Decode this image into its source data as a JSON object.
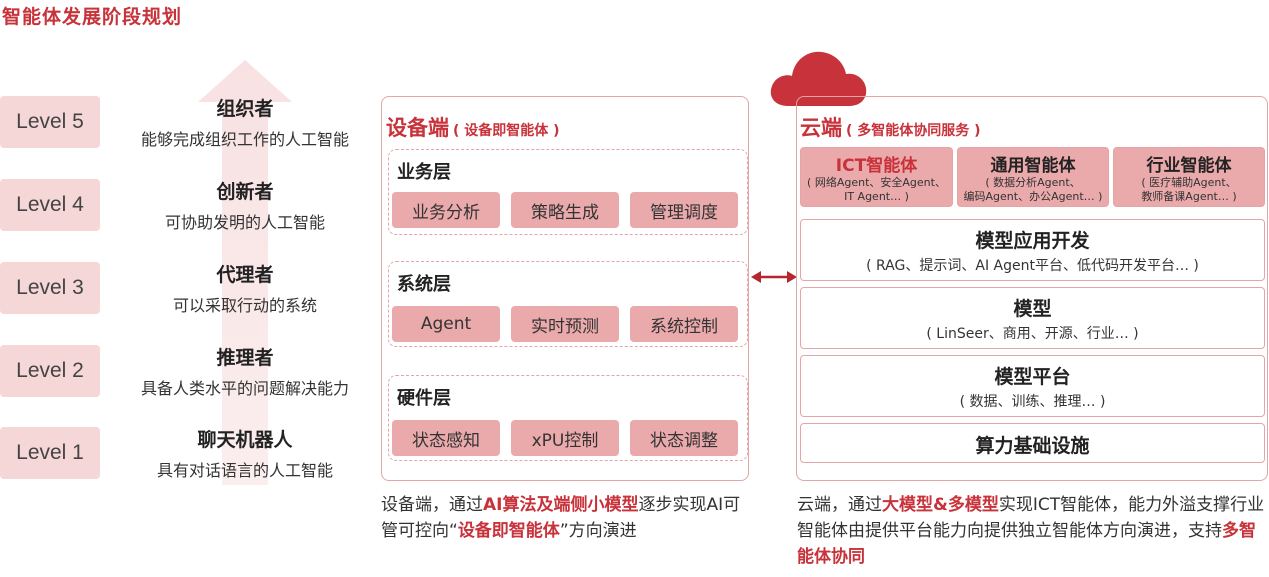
{
  "title": "智能体发展阶段规划",
  "levels": [
    {
      "level": "Level 5",
      "name": "组织者",
      "desc": "能够完成组织工作的人工智能"
    },
    {
      "level": "Level 4",
      "name": "创新者",
      "desc": "可协助发明的人工智能"
    },
    {
      "level": "Level 3",
      "name": "代理者",
      "desc": "可以采取行动的系统"
    },
    {
      "level": "Level 2",
      "name": "推理者",
      "desc": "具备人类水平的问题解决能力"
    },
    {
      "level": "Level 1",
      "name": "聊天机器人",
      "desc": "具有对话语言的人工智能"
    }
  ],
  "device": {
    "title": "设备端",
    "subtitle": "( 设备即智能体 )",
    "layers": [
      {
        "label": "业务层",
        "chips": [
          "业务分析",
          "策略生成",
          "管理调度"
        ]
      },
      {
        "label": "系统层",
        "chips": [
          "Agent",
          "实时预测",
          "系统控制"
        ]
      },
      {
        "label": "硬件层",
        "chips": [
          "状态感知",
          "xPU控制",
          "状态调整"
        ]
      }
    ],
    "note": {
      "p1": "设备端，通过",
      "b1": "AI算法及端侧小模型",
      "p2": "逐步实现AI可管可控向“",
      "b2": "设备即智能体",
      "p3": "”方向演进"
    }
  },
  "cloud": {
    "title": "云端",
    "subtitle": "( 多智能体协同服务 )",
    "agents": [
      {
        "name": "ICT智能体",
        "line1": "( 网络Agent、安全Agent、",
        "line2": "IT Agent… )"
      },
      {
        "name": "通用智能体",
        "line1": "( 数据分析Agent、",
        "line2": "编码Agent、办公Agent… )"
      },
      {
        "name": "行业智能体",
        "line1": "( 医疗辅助Agent、",
        "line2": "教师备课Agent… )"
      }
    ],
    "boxes": [
      {
        "h": "模型应用开发",
        "s": "( RAG、提示词、AI Agent平台、低代码开发平台… )"
      },
      {
        "h": "模型",
        "s": "( LinSeer、商用、开源、行业… )"
      },
      {
        "h": "模型平台",
        "s": "( 数据、训练、推理… )"
      },
      {
        "h": "算力基础设施",
        "s": ""
      }
    ],
    "note": {
      "p1": "云端，通过",
      "b1": "大模型&多模型",
      "p2": "实现ICT智能体，能力外溢支撑行业智能体由提供平台能力向提供独立智能体方向演进，支持",
      "b2": "多智能体协同"
    }
  },
  "colors": {
    "accent": "#c8323a",
    "pill": "#f6d7d8",
    "chip": "#eaa9ab",
    "border": "#e4a5a8"
  },
  "icons": {
    "cloud": "cloud-icon",
    "arrow": "double-arrow-icon"
  }
}
